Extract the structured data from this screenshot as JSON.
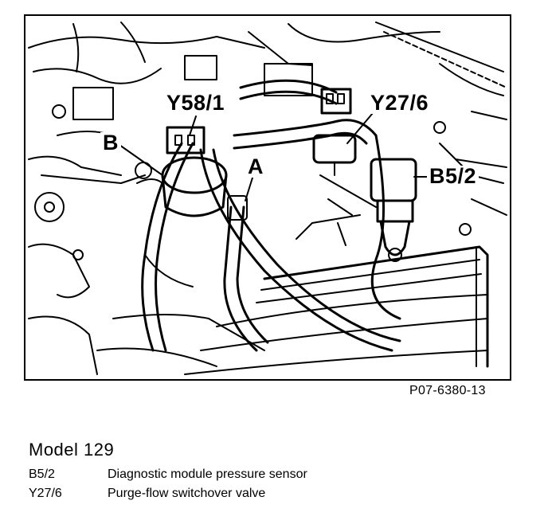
{
  "figure": {
    "callouts": {
      "y58": "Y58/1",
      "y27": "Y27/6",
      "b52": "B5/2",
      "b": "B",
      "a": "A"
    },
    "figure_id": "P07-6380-13"
  },
  "caption": {
    "title": "Model 129",
    "legend": [
      {
        "code": "B5/2",
        "description": "Diagnostic module pressure sensor"
      },
      {
        "code": "Y27/6",
        "description": "Purge-flow switchover valve"
      }
    ]
  },
  "colors": {
    "ink": "#000000",
    "paper": "#ffffff"
  }
}
